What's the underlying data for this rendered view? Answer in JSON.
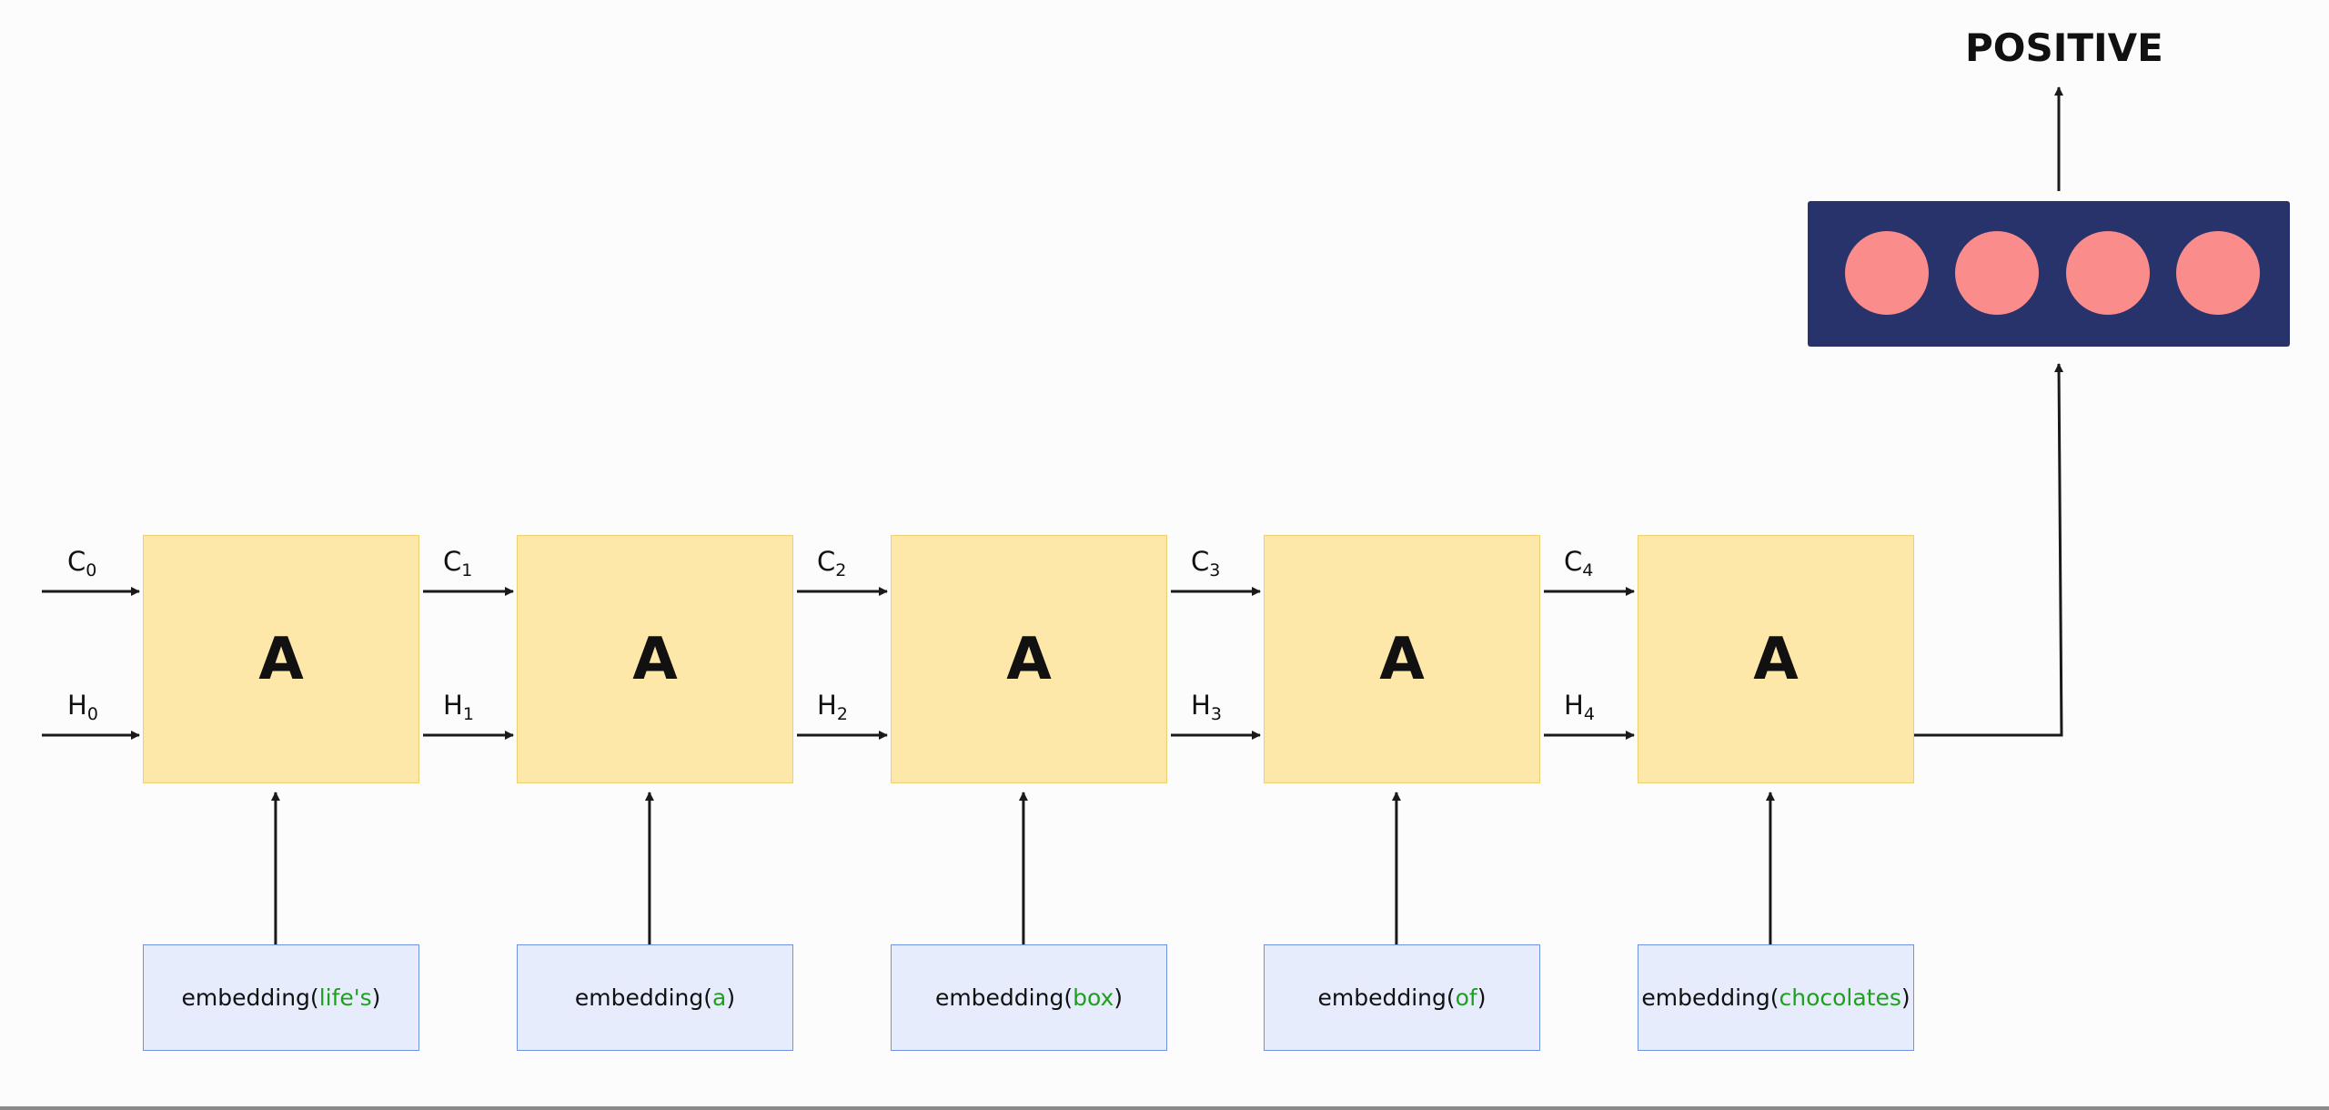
{
  "cell_label": "A",
  "prediction": "POSITIVE",
  "embedding_prefix": "embedding(",
  "embedding_suffix": ")",
  "tokens": [
    "life's",
    "a",
    "box",
    "of",
    "chocolates"
  ],
  "cell_states": [
    {
      "letter": "C",
      "sub": "0"
    },
    {
      "letter": "C",
      "sub": "1"
    },
    {
      "letter": "C",
      "sub": "2"
    },
    {
      "letter": "C",
      "sub": "3"
    },
    {
      "letter": "C",
      "sub": "4"
    }
  ],
  "hidden_states": [
    {
      "letter": "H",
      "sub": "0"
    },
    {
      "letter": "H",
      "sub": "1"
    },
    {
      "letter": "H",
      "sub": "2"
    },
    {
      "letter": "H",
      "sub": "3"
    },
    {
      "letter": "H",
      "sub": "4"
    }
  ],
  "output_neuron_count": 4,
  "colors": {
    "cell_fill": "#fde7a9",
    "embedding_fill": "#e6ecfb",
    "token_text": "#1ea01e",
    "output_layer": "#27336a",
    "neuron": "#fb8c8c",
    "arrow": "#1a1a1a"
  }
}
